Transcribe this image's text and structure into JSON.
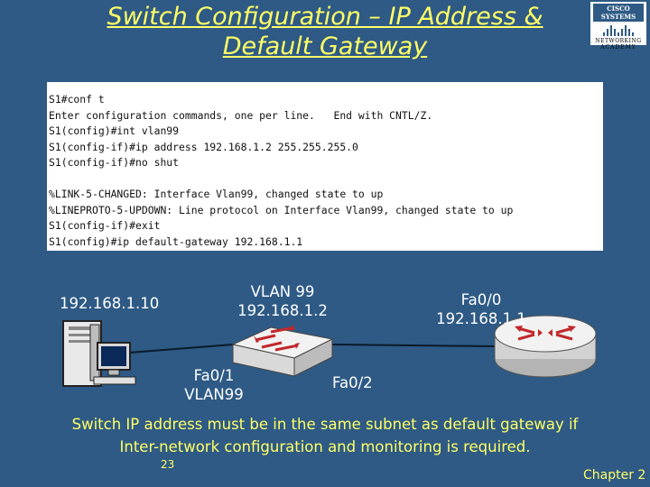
{
  "slide": {
    "title_line1": "Switch Configuration – IP Address &",
    "title_line2": "Default Gateway",
    "page_number": "23",
    "chapter": "Chapter 2",
    "note_line1": "Switch IP address must be in the same subnet as default gateway if",
    "note_line2": "Inter-network configuration and monitoring is required."
  },
  "logo": {
    "top": "CISCO SYSTEMS",
    "mid": "NETWORKING",
    "bottom": "ACADEMY"
  },
  "console": {
    "lines": [
      "S1#conf t",
      "Enter configuration commands, one per line.   End with CNTL/Z.",
      "S1(config)#int vlan99",
      "S1(config-if)#ip address 192.168.1.2 255.255.255.0",
      "S1(config-if)#no shut",
      "",
      "%LINK-5-CHANGED: Interface Vlan99, changed state to up",
      "%LINEPROTO-5-UPDOWN: Line protocol on Interface Vlan99, changed state to up",
      "S1(config-if)#exit",
      "S1(config)#ip default-gateway 192.168.1.1"
    ]
  },
  "topology": {
    "pc_ip": "192.168.1.10",
    "switch_vlan": "VLAN 99",
    "switch_ip": "192.168.1.2",
    "switch_port_pc": "Fa0/1",
    "switch_port_pc_vlan": "VLAN99",
    "switch_port_router": "Fa0/2",
    "router_port": "Fa0/0",
    "router_ip": "192.168.1.1"
  },
  "colors": {
    "background": "#2e5a85",
    "title": "#ffff66",
    "link": "#0a1a2a",
    "switch_arrows": "#c0282c"
  }
}
